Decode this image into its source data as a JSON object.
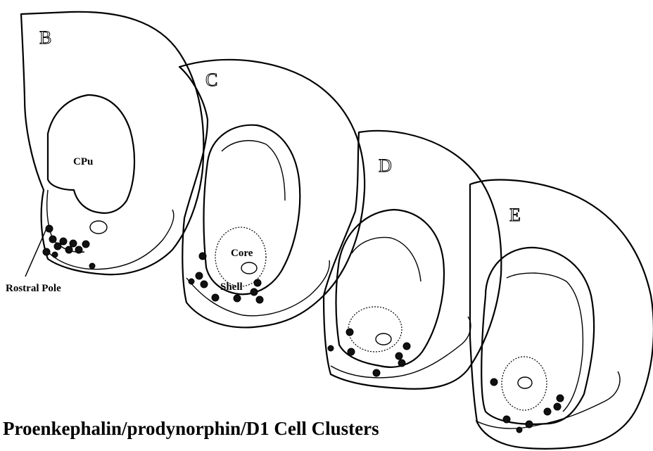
{
  "figure": {
    "caption": "Proenkephalin/prodynorphin/D1 Cell Clusters",
    "panels": [
      {
        "letter": "B"
      },
      {
        "letter": "C"
      },
      {
        "letter": "D"
      },
      {
        "letter": "E"
      }
    ],
    "labels": {
      "cpu": "CPu",
      "rostral_pole": "Rostral Pole",
      "core": "Core",
      "shell": "Shell"
    }
  }
}
